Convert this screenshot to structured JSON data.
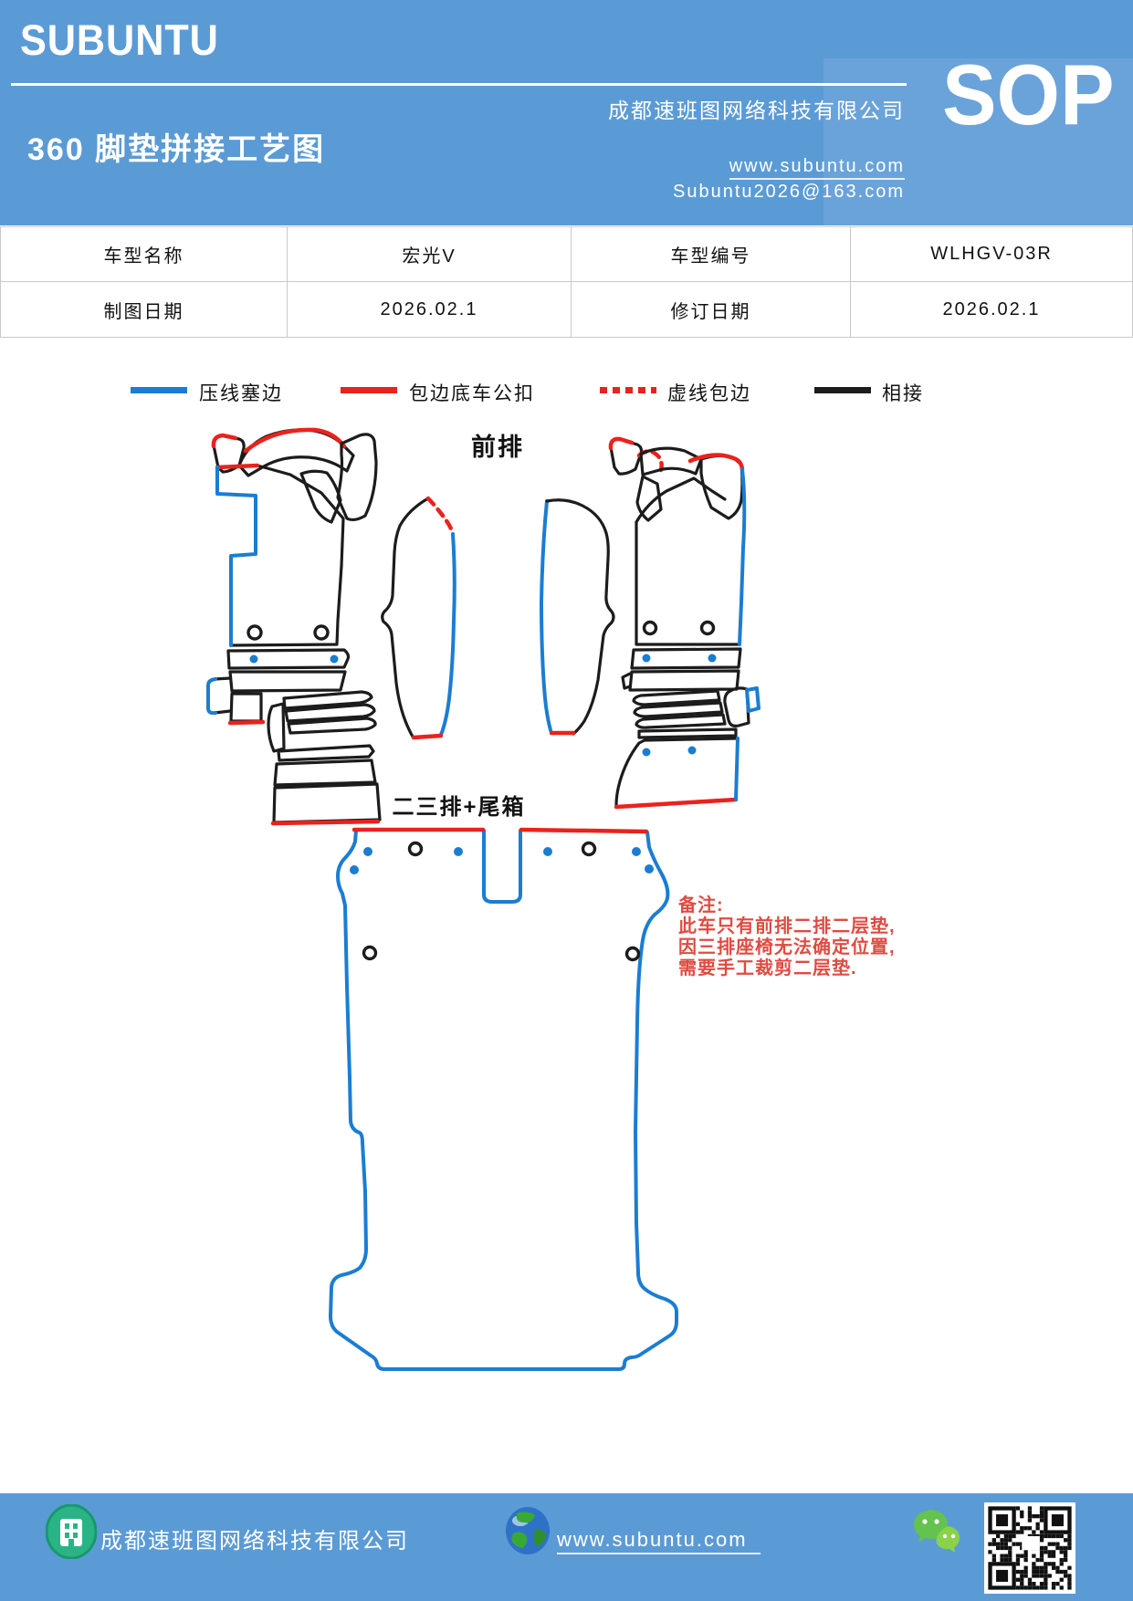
{
  "colors": {
    "band_blue": "#5b9bd5",
    "sop_panel": "#6aa3d9",
    "line_blue": "#1b7dd2",
    "line_red": "#ea221d",
    "line_black": "#1c1c1c",
    "note_red": "#df4b42",
    "table_border": "#c9c9c9"
  },
  "header": {
    "brand": "SUBUNTU",
    "company": "成都速班图网络科技有限公司",
    "title": "360 脚垫拼接工艺图",
    "website": "www.subuntu.com",
    "email": "Subuntu2026@163.com",
    "sop": "SOP"
  },
  "info_table": {
    "rows": [
      [
        "车型名称",
        "宏光V",
        "车型编号",
        "WLHGV-03R"
      ],
      [
        "制图日期",
        "2026.02.1",
        "修订日期",
        "2026.02.1"
      ]
    ]
  },
  "legend": {
    "items": [
      {
        "label": "压线塞边",
        "color": "#1b7dd2",
        "style": "solid"
      },
      {
        "label": "包边底车公扣",
        "color": "#ea221d",
        "style": "solid"
      },
      {
        "label": "虚线包边",
        "color": "#ea221d",
        "style": "dotted"
      },
      {
        "label": "相接",
        "color": "#1c1c1c",
        "style": "solid"
      }
    ]
  },
  "diagram": {
    "front_label": "前排",
    "rear_label": "二三排+尾箱",
    "note": {
      "lines": [
        "备注:",
        "此车只有前排二排二层垫,",
        "因三排座椅无法确定位置,",
        "需要手工裁剪二层垫."
      ]
    }
  },
  "footer": {
    "company": "成都速班图网络科技有限公司",
    "website": "www.subuntu.com",
    "icons": [
      "building-icon",
      "globe-icon",
      "wechat-icon",
      "qr-code"
    ]
  }
}
